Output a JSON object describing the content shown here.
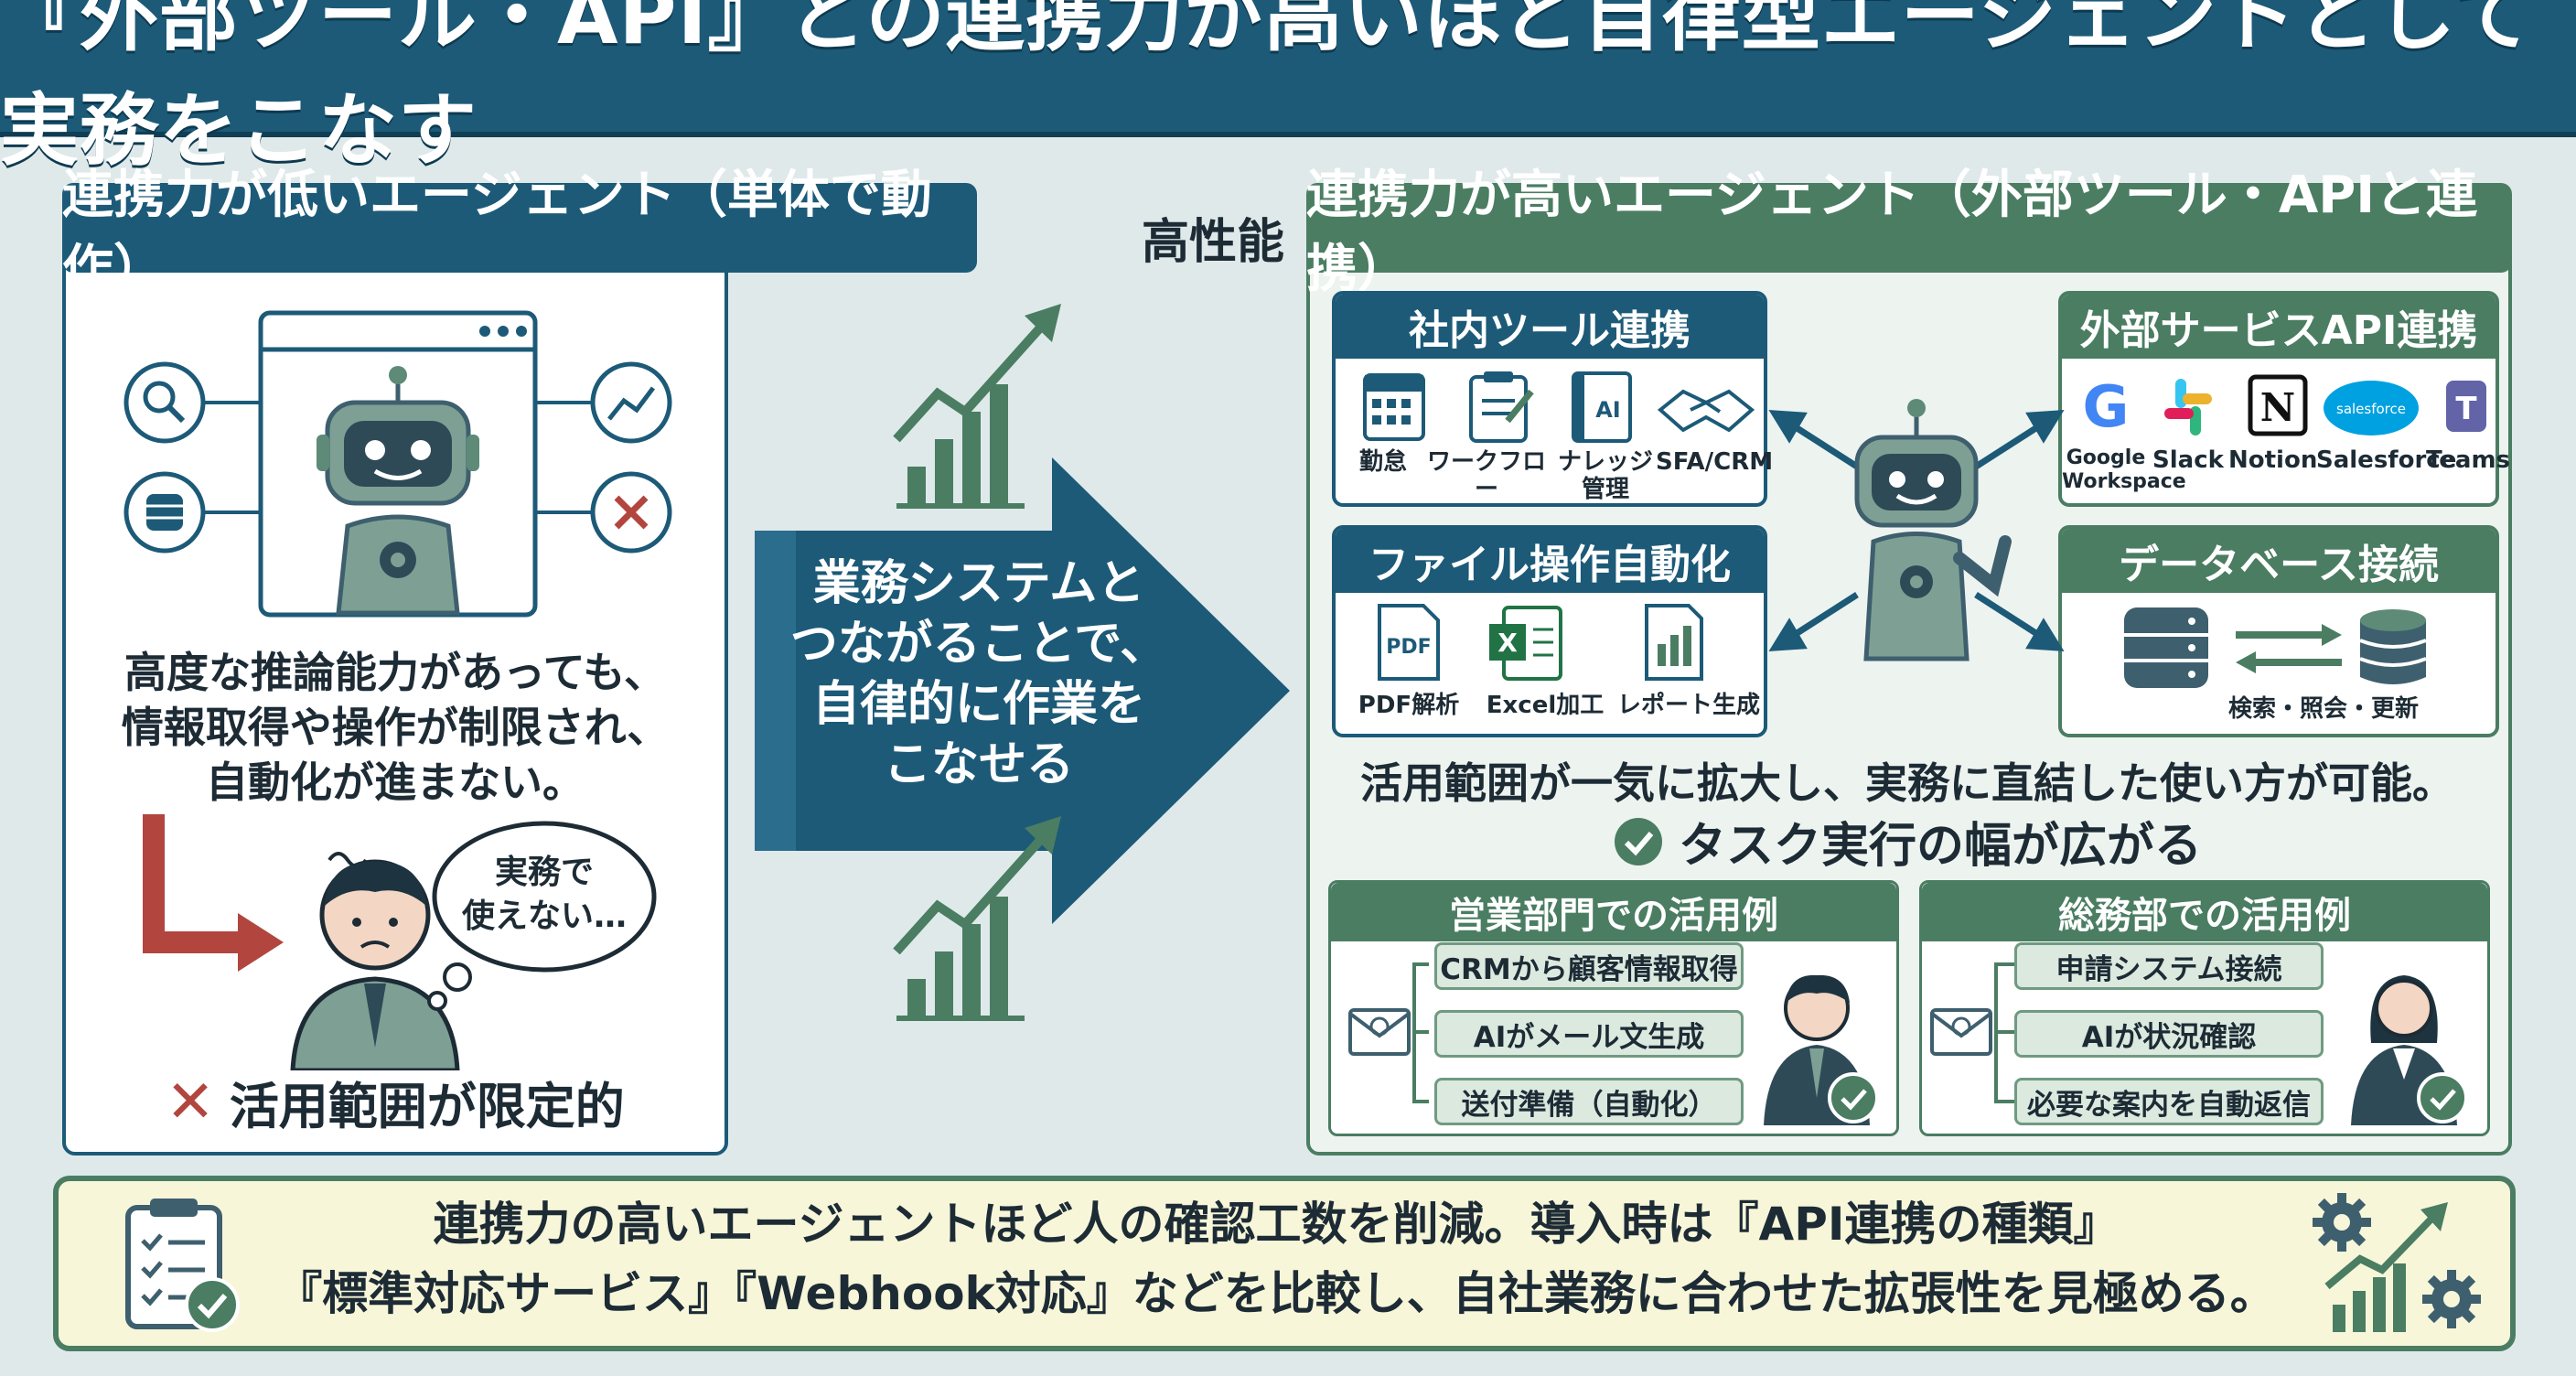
{
  "title": "『外部ツール・API』との連携力が高いほど自律型エージェントとして実務をこなす",
  "left": {
    "header": "連携力が低いエージェント（単体で動作）",
    "description": [
      "高度な推論能力があっても、",
      "情報取得や操作が制限され、",
      "自動化が進まない。"
    ],
    "bubble": [
      "実務で",
      "使えない…"
    ],
    "limit": "活用範囲が限定的"
  },
  "middle": {
    "arrow_text": [
      "業務システムと",
      "つながることで、",
      "自律的に作業を",
      "こなせる"
    ]
  },
  "right": {
    "high_label": "高性能",
    "header": "連携力が高いエージェント（外部ツール・APIと連携）",
    "internal": {
      "title": "社内ツール連携",
      "items": [
        "勤怠",
        "ワークフロー",
        "ナレッジ",
        "管理",
        "SFA/CRM"
      ],
      "ai_mark": "AI"
    },
    "external": {
      "title": "外部サービスAPI連携",
      "items": [
        "Google",
        "Workspace",
        "Slack",
        "Notion",
        "Salesforce",
        "Teams"
      ],
      "logo_text": {
        "google": "G",
        "notion": "N",
        "salesforce": "salesforce",
        "teams": "T"
      }
    },
    "file": {
      "title": "ファイル操作自動化",
      "items": [
        "PDF解析",
        "Excel加工",
        "レポート生成"
      ],
      "pdf_mark": "PDF",
      "excel_mark": "X"
    },
    "database": {
      "title": "データベース接続",
      "caption": "検索・照会・更新"
    },
    "summary_line1": "活用範囲が一気に拡大し、実務に直結した使い方が可能。",
    "summary_line2": "タスク実行の幅が広がる",
    "sales": {
      "title": "営業部門での活用例",
      "steps": [
        "CRMから顧客情報取得",
        "AIがメール文生成",
        "送付準備（自動化）"
      ]
    },
    "general": {
      "title": "総務部での活用例",
      "steps": [
        "申請システム接続",
        "AIが状況確認",
        "必要な案内を自動返信"
      ]
    }
  },
  "bottom": {
    "line1": "連携力の高いエージェントほど人の確認工数を削減。導入時は『API連携の種類』",
    "line2": "『標準対応サービス』『Webhook対応』などを比較し、自社業務に合わせた拡張性を見極める。"
  },
  "colors": {
    "navy": "#1c5a78",
    "green": "#4a7d62",
    "red": "#b2463f",
    "bg": "#dfe9ea",
    "banner": "#f7f6d9"
  }
}
